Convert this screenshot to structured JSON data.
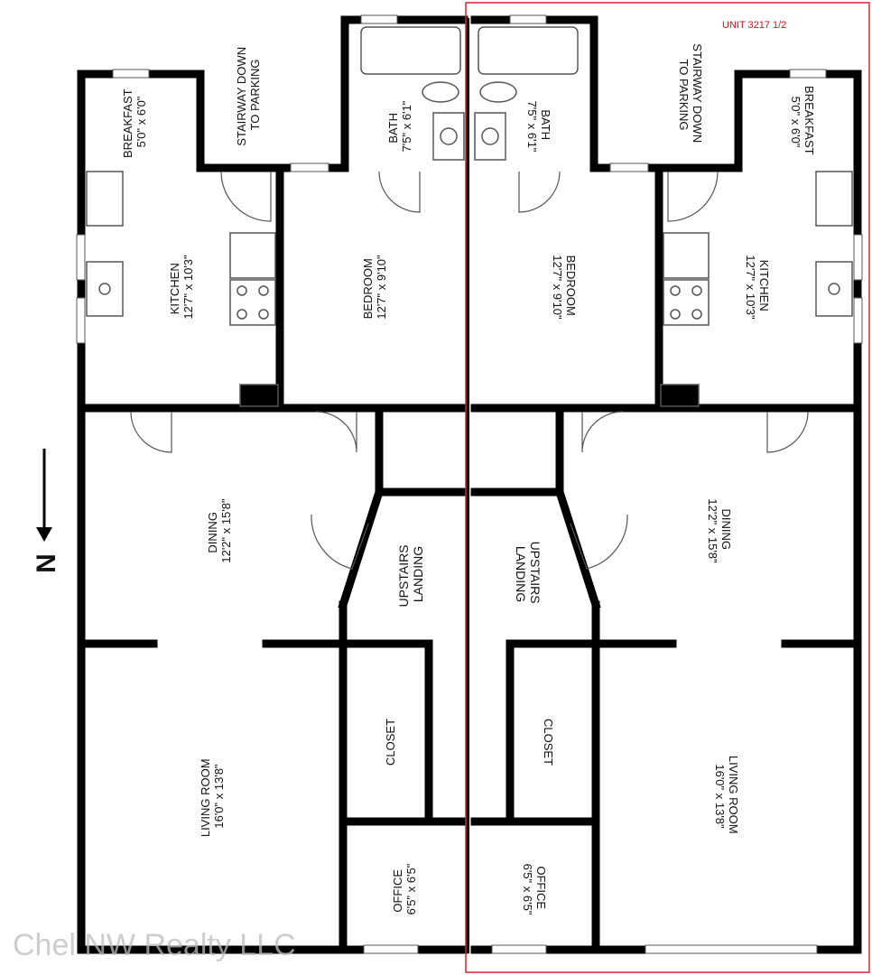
{
  "unit_label": "UNIT 3217 1/2",
  "watermark": "Chel NW Realty LLC",
  "north": "N",
  "left_unit": {
    "stair_a": "STAIRWAY DOWN",
    "stair_b": "TO PARKING",
    "breakfast": {
      "name": "BREAKFAST",
      "size": "5'0\" x 6'0\""
    },
    "kitchen": {
      "name": "KITCHEN",
      "size": "12'7\" x 10'3\""
    },
    "bedroom": {
      "name": "BEDROOM",
      "size": "12'7\" x 9'10\""
    },
    "bath": {
      "name": "BATH",
      "size": "7'5\" x 6'1\""
    },
    "dining": {
      "name": "DINING",
      "size": "12'2\" x 15'8\""
    },
    "upstairs_a": "UPSTAIRS",
    "upstairs_b": "LANDING",
    "living": {
      "name": "LIVING ROOM",
      "size": "16'0\" x 13'8\""
    },
    "closet": "CLOSET",
    "office": {
      "name": "OFFICE",
      "size": "6'5\" x 6'5\""
    }
  },
  "right_unit": {
    "stair_a": "STAIRWAY DOWN",
    "stair_b": "TO PARKING",
    "breakfast": {
      "name": "BREAKFAST",
      "size": "5'0\" x 6'0\""
    },
    "kitchen": {
      "name": "KITCHEN",
      "size": "12'7\" x 10'3\""
    },
    "bedroom": {
      "name": "BEDROOM",
      "size": "12'7\" x 9'10\""
    },
    "bath": {
      "name": "BATH",
      "size": "7'5\" x 6'1\""
    },
    "dining": {
      "name": "DINING",
      "size": "12'2\" x 15'8\""
    },
    "upstairs_a": "UPSTAIRS",
    "upstairs_b": "LANDING",
    "living": {
      "name": "LIVING ROOM",
      "size": "16'0\" x 13'8\""
    },
    "closet": "CLOSET",
    "office": {
      "name": "OFFICE",
      "size": "6'5\" x 6'5\""
    }
  },
  "colors": {
    "wall": "#000000",
    "highlight": "#d9232e",
    "fixture": "#555555"
  }
}
